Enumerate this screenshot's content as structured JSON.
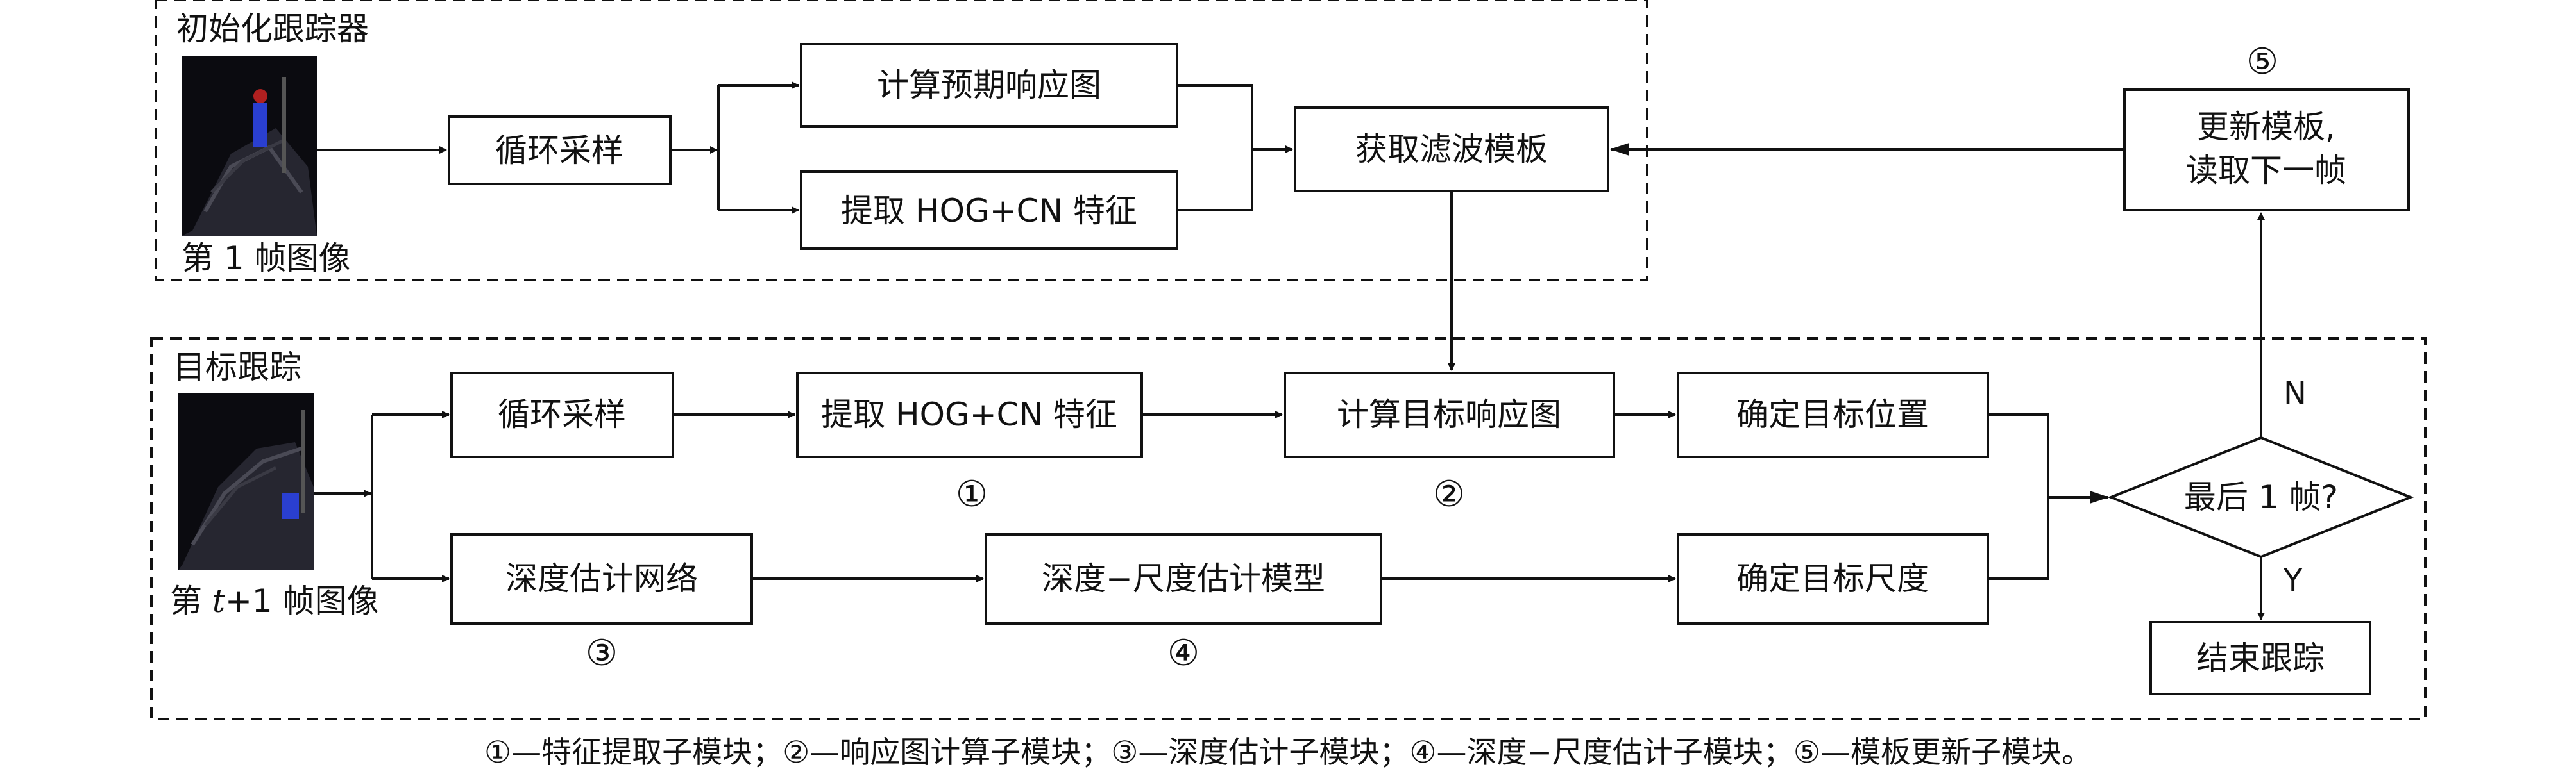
{
  "sections": {
    "init": "初始化跟踪器",
    "tracking": "目标跟踪"
  },
  "images": {
    "frame1_caption": "第 1 帧图像",
    "framet_pre": "第 ",
    "framet_var": "t",
    "framet_post": "+1 帧图像"
  },
  "init_nodes": {
    "cyclic_sampling": "循环采样",
    "expected_response": "计算预期响应图",
    "extract_features": "提取 HOG+CN 特征",
    "get_filter": "获取滤波模板",
    "update_l1": "更新模板,",
    "update_l2": "读取下一帧"
  },
  "track_nodes": {
    "cyclic_sampling": "循环采样",
    "extract_features": "提取 HOG+CN 特征",
    "target_response": "计算目标响应图",
    "target_position": "确定目标位置",
    "depth_net": "深度估计网络",
    "depth_scale": "深度−尺度估计模型",
    "target_scale": "确定目标尺度",
    "last_frame": "最后 1 帧?",
    "end_tracking": "结束跟踪"
  },
  "labels": {
    "n": "N",
    "y": "Y",
    "m1": "①",
    "m2": "②",
    "m3": "③",
    "m4": "④",
    "m5": "⑤"
  },
  "caption": "①—特征提取子模块；②—响应图计算子模块；③—深度估计子模块；④—深度−尺度估计子模块；⑤—模板更新子模块。",
  "colors": {
    "stroke": "#111111",
    "photo_dark": "#0b0b10",
    "photo_blue": "#2a3fd0"
  }
}
